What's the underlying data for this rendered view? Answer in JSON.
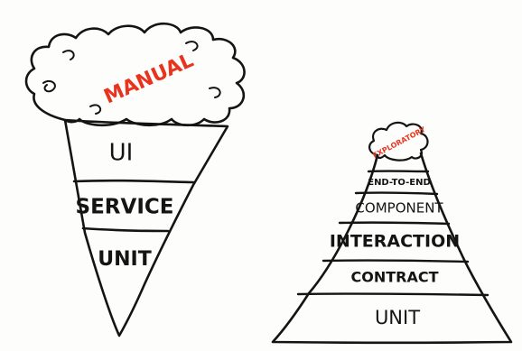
{
  "colors": {
    "ink": "#141414",
    "accent": "#e8341f",
    "paper": "#fdfdfb"
  },
  "cone": {
    "cloud_label": "MANUAL",
    "layers": [
      "UI",
      "SERVICE",
      "UNIT"
    ]
  },
  "pyramid": {
    "peak_label": "EXPLORATORY",
    "layers": [
      "END-TO-END",
      "COMPONENT",
      "INTERACTION",
      "CONTRACT",
      "UNIT"
    ]
  }
}
